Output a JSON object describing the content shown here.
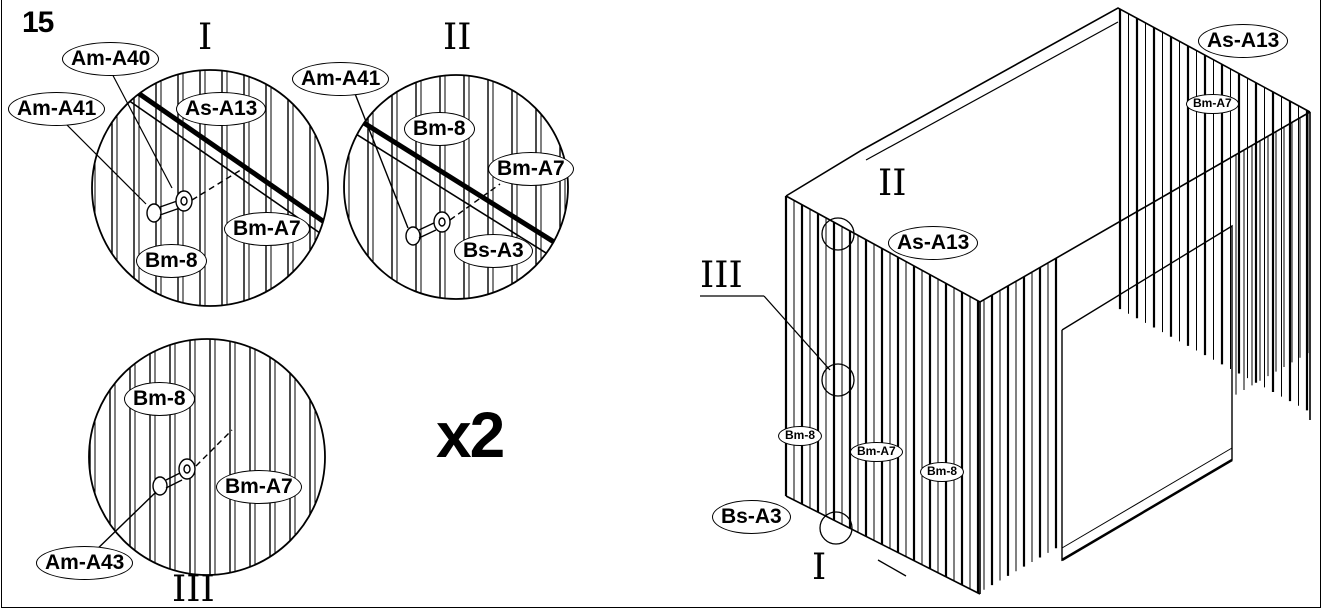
{
  "step_number": "15",
  "multiplier": "x2",
  "detail_I": {
    "roman": "I",
    "labels": {
      "am_a40": "Am-A40",
      "am_a41": "Am-A41",
      "as_a13": "As-A13",
      "bm_a7": "Bm-A7",
      "bm_8": "Bm-8"
    }
  },
  "detail_II": {
    "roman": "II",
    "labels": {
      "am_a41": "Am-A41",
      "bm_8": "Bm-8",
      "bm_a7": "Bm-A7",
      "bs_a3": "Bs-A3"
    }
  },
  "detail_III": {
    "roman": "III",
    "labels": {
      "bm_8": "Bm-8",
      "bm_a7": "Bm-A7",
      "am_a43": "Am-A43"
    }
  },
  "overview": {
    "roman_I": "I",
    "roman_II": "II",
    "roman_III": "III",
    "labels": {
      "as_a13_top": "As-A13",
      "bm_a7_top": "Bm-A7",
      "as_a13_mid": "As-A13",
      "bm_8_left": "Bm-8",
      "bm_a7_mid": "Bm-A7",
      "bm_8_right": "Bm-8",
      "bs_a3": "Bs-A3"
    }
  },
  "colors": {
    "ink": "#000000",
    "paper": "#ffffff"
  }
}
